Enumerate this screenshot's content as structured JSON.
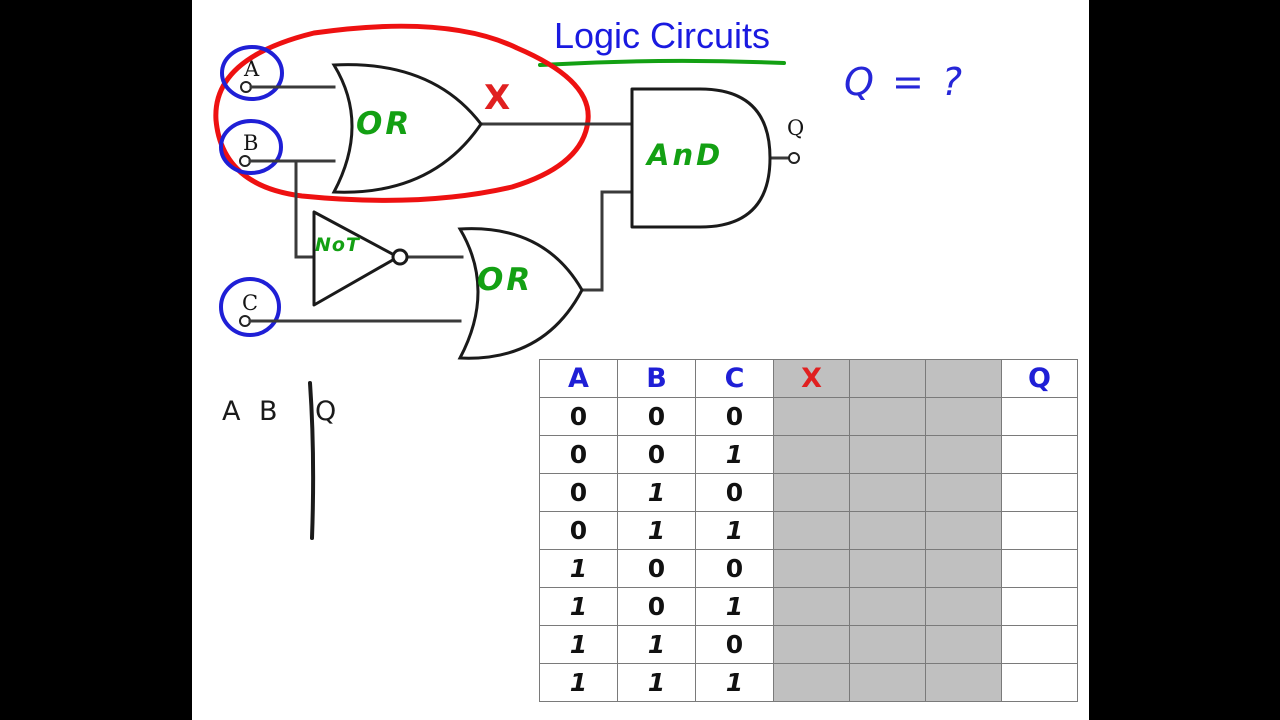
{
  "slide": {
    "title": "Logic Circuits",
    "title_color": "#1a1ae0",
    "underline_color": "#13a013",
    "question": "Q = ?",
    "question_color": "#2626d8",
    "background": "#ffffff",
    "letterbox_color": "#000000"
  },
  "circuit": {
    "inputs": [
      {
        "label": "A",
        "name": "input-a"
      },
      {
        "label": "B",
        "name": "input-b"
      },
      {
        "label": "C",
        "name": "input-c"
      }
    ],
    "output": {
      "label": "Q",
      "name": "output-q"
    },
    "gates": [
      {
        "type": "OR",
        "label": "OR",
        "name": "or-gate-1",
        "inputs": [
          "A",
          "B"
        ],
        "output": "X"
      },
      {
        "type": "NOT",
        "label": "NoT",
        "name": "not-gate",
        "inputs": [
          "B"
        ]
      },
      {
        "type": "OR",
        "label": "OR",
        "name": "or-gate-2",
        "inputs": [
          "NOT(B)",
          "C"
        ]
      },
      {
        "type": "AND",
        "label": "AnD",
        "name": "and-gate",
        "inputs": [
          "X",
          "OR2"
        ],
        "output": "Q"
      }
    ],
    "annotations": {
      "highlight_label": "X",
      "highlight_color": "#e02020",
      "highlight_shape": "ellipse-around-or-gate-1",
      "gate_label_color": "#13a013",
      "input_circle_color": "#1f1fd6",
      "wire_color": "#3a3a3a"
    }
  },
  "scratch_note": {
    "chars": [
      "A",
      "B",
      "Q"
    ],
    "divider": "vertical-stroke"
  },
  "truth_table": {
    "headers": [
      {
        "text": "A",
        "color": "#1f1fd6",
        "shaded": false
      },
      {
        "text": "B",
        "color": "#1f1fd6",
        "shaded": false
      },
      {
        "text": "C",
        "color": "#1f1fd6",
        "shaded": false
      },
      {
        "text": "X",
        "color": "#e02020",
        "shaded": true
      },
      {
        "text": "",
        "color": "#1f1fd6",
        "shaded": true
      },
      {
        "text": "",
        "color": "#1f1fd6",
        "shaded": true
      },
      {
        "text": "Q",
        "color": "#1f1fd6",
        "shaded": false
      }
    ],
    "rows": [
      [
        "0",
        "0",
        "0",
        "",
        "",
        "",
        ""
      ],
      [
        "0",
        "0",
        "1",
        "",
        "",
        "",
        ""
      ],
      [
        "0",
        "1",
        "0",
        "",
        "",
        "",
        ""
      ],
      [
        "0",
        "1",
        "1",
        "",
        "",
        "",
        ""
      ],
      [
        "1",
        "0",
        "0",
        "",
        "",
        "",
        ""
      ],
      [
        "1",
        "0",
        "1",
        "",
        "",
        "",
        ""
      ],
      [
        "1",
        "1",
        "0",
        "",
        "",
        "",
        ""
      ],
      [
        "1",
        "1",
        "1",
        "",
        "",
        "",
        ""
      ]
    ],
    "shaded_columns": [
      3,
      4,
      5
    ],
    "shaded_color": "#c0c0c0"
  }
}
